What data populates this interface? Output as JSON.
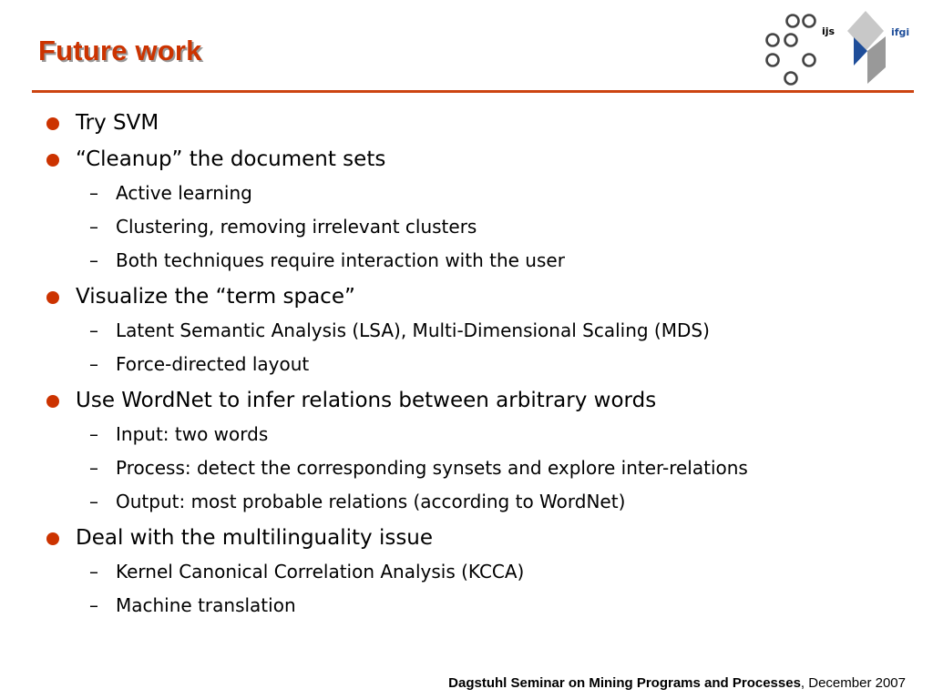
{
  "slide": {
    "title": "Future work",
    "logos": {
      "left_label": "ijs",
      "right_label": "ifgi"
    },
    "colors": {
      "accent": "#cc3300",
      "rule": "#cc4411",
      "logo_blue": "#1f4e9a"
    },
    "footer": {
      "event": "Dagstuhl Seminar on Mining Programs and Processes",
      "date": ", December 2007"
    }
  },
  "bullets": [
    {
      "text": "Try SVM",
      "sub": []
    },
    {
      "text": "“Cleanup” the document sets",
      "sub": [
        "Active learning",
        "Clustering, removing irrelevant clusters",
        "Both techniques require interaction with the user"
      ]
    },
    {
      "text": "Visualize the “term space”",
      "sub": [
        "Latent Semantic Analysis (LSA), Multi-Dimensional Scaling (MDS)",
        "Force-directed layout"
      ]
    },
    {
      "text": "Use WordNet to infer relations between arbitrary words",
      "sub": [
        "Input: two words",
        "Process: detect the corresponding synsets and explore inter-relations",
        "Output: most probable relations (according to WordNet)"
      ]
    },
    {
      "text": "Deal with the multilinguality issue",
      "sub": [
        "Kernel Canonical Correlation Analysis (KCCA)",
        "Machine translation"
      ]
    }
  ]
}
